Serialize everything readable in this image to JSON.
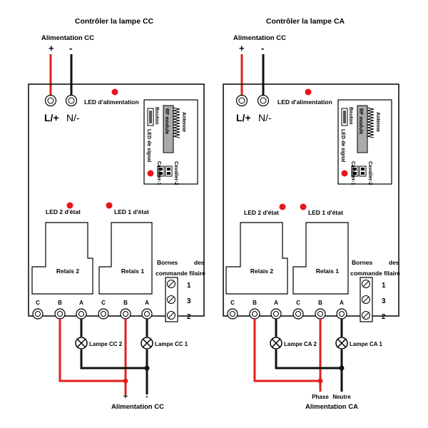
{
  "panels": [
    {
      "title": "Contrôler la lampe CC",
      "supply_top": "Alimentation CC",
      "plus": "+",
      "minus": "-",
      "terminal_l": "L/+",
      "terminal_n": "N/-",
      "led_power": "LED d'alimentation",
      "bouton": "Bouton",
      "antenne": "Antenne",
      "rf_module": "RF module",
      "led_signal": "LED de signal",
      "cavalier1": "Cavalier-1",
      "cavalier2": "Cavalier-2",
      "led2": "LED 2 d'état",
      "led1": "LED 1 d'état",
      "relais2": "Relais 2",
      "relais1": "Relais 1",
      "bornes_a": "Bornes",
      "bornes_b": "des",
      "bornes_c": "commande filaire",
      "term_1": "1",
      "term_3": "3",
      "term_2": "2",
      "contacts": [
        "C",
        "B",
        "A",
        "C",
        "B",
        "A"
      ],
      "lamp2": "Lampe CC 2",
      "lamp1": "Lampe CC 1",
      "bottom_left": "+",
      "bottom_right": "-",
      "supply_bottom": "Alimentation CC"
    },
    {
      "title": "Contrôler la lampe CA",
      "supply_top": "Alimentation CC",
      "plus": "+",
      "minus": "-",
      "terminal_l": "L/+",
      "terminal_n": "N/-",
      "led_power": "LED d'alimentation",
      "bouton": "Bouton",
      "antenne": "Antenne",
      "rf_module": "RF module",
      "led_signal": "LED de signal",
      "cavalier1": "Cavalier-1",
      "cavalier2": "Cavalier-2",
      "led2": "LED 2 d'état",
      "led1": "LED 1 d'état",
      "relais2": "Relais 2",
      "relais1": "Relais 1",
      "bornes_a": "Bornes",
      "bornes_b": "des",
      "bornes_c": "commande filaire",
      "term_1": "1",
      "term_3": "3",
      "term_2": "2",
      "contacts": [
        "C",
        "B",
        "A",
        "C",
        "B",
        "A"
      ],
      "lamp2": "Lampe CA 2",
      "lamp1": "Lampe CA 1",
      "bottom_left": "Phase",
      "bottom_right": "Neutre",
      "supply_bottom": "Alimentation CA"
    }
  ],
  "colors": {
    "wire_red": "#e0201c",
    "wire_black": "#111111",
    "led_red": "#e8141a"
  }
}
